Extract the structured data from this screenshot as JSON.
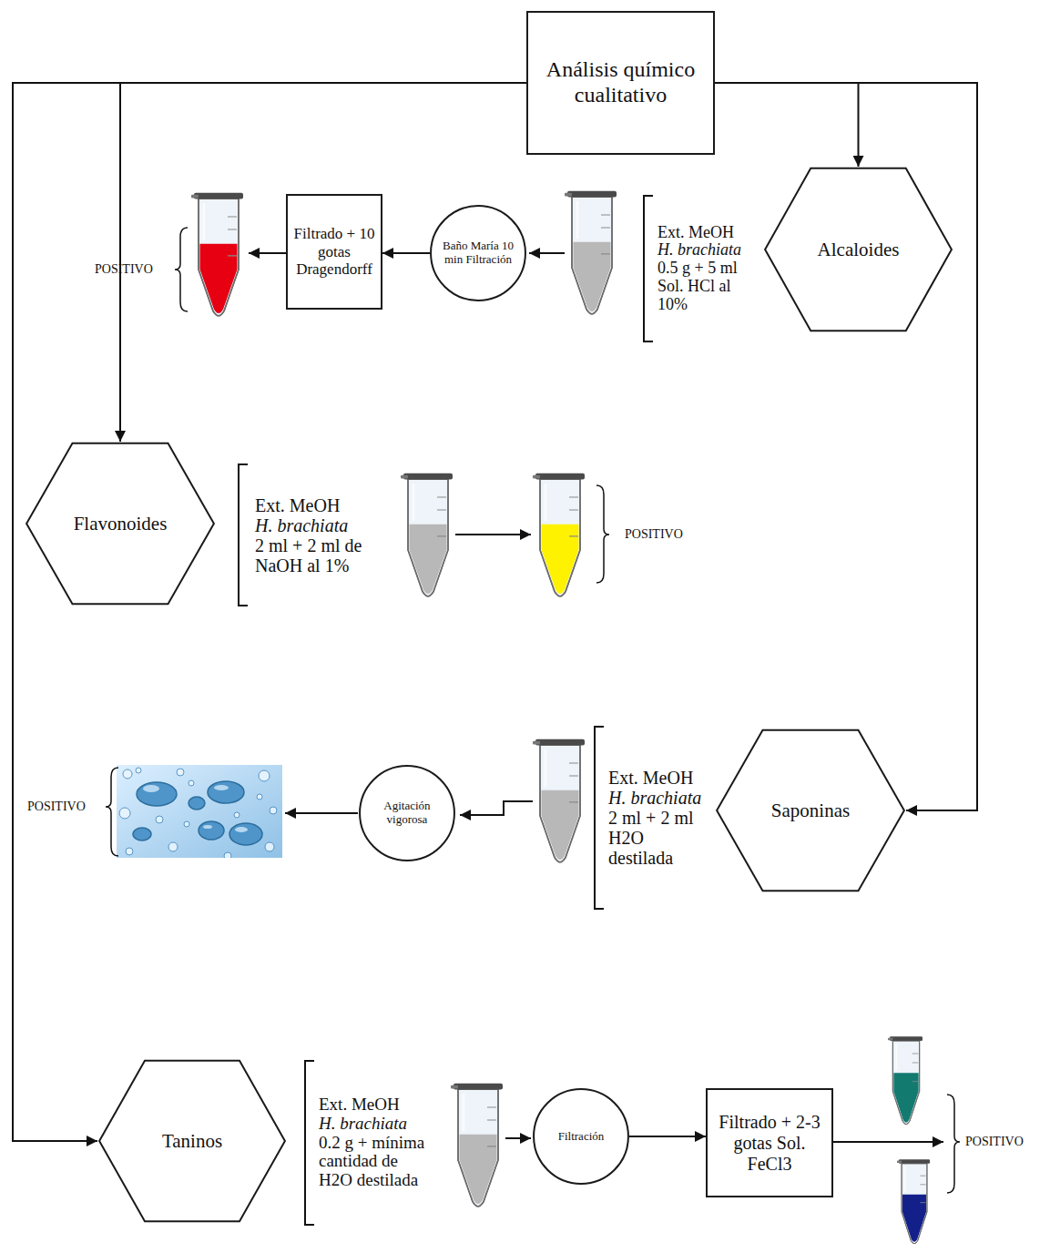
{
  "diagram": {
    "nodes": [
      {
        "text": [
          "Análisis químico cualitativo"
        ]
      },
      {
        "text": [
          "Alcaloides"
        ]
      },
      {
        "text": [
          "Filtrado + 10 gotas Dragendorff"
        ]
      },
      {
        "text": [
          "Baño María 10 min Filtración"
        ]
      },
      {
        "text": [
          "Flavonoides"
        ]
      },
      {
        "text": [
          "Saponinas"
        ]
      },
      {
        "text": [
          "Agitación vigorosa"
        ]
      },
      {
        "text": [
          "Taninos"
        ]
      },
      {
        "text": [
          "Filtración"
        ]
      },
      {
        "text": [
          "Filtrado + 2-3 gotas Sol. FeCl3"
        ]
      }
    ],
    "edges": [
      {
        "from": 0,
        "to": 1,
        "arrow": "to"
      },
      {
        "from": 0,
        "to": 4,
        "arrow": "to"
      },
      {
        "from": 0,
        "to": 5,
        "arrow": "to"
      },
      {
        "from": 0,
        "to": 7,
        "arrow": "to"
      },
      {
        "from": 3,
        "to": 2,
        "arrow": "to"
      },
      {
        "from": 8,
        "to": 9,
        "arrow": "to"
      }
    ],
    "labels": [
      "Ext. MeOH",
      "H. brachiata",
      "0.5 g + 5 ml Sol. HCl al 10%",
      "POSITIVO",
      "Ext. MeOH",
      "H. brachiata",
      "2 ml + 2 ml de NaOH al 1%",
      "POSITIVO",
      "POSITIVO",
      "Ext. MeOH",
      "H. brachiata",
      "2 ml + 2 ml H2O destilada",
      "Ext. MeOH",
      "H. brachiata",
      "0.2 g + mínima cantidad de H2O destilada",
      "POSITIVO"
    ]
  }
}
